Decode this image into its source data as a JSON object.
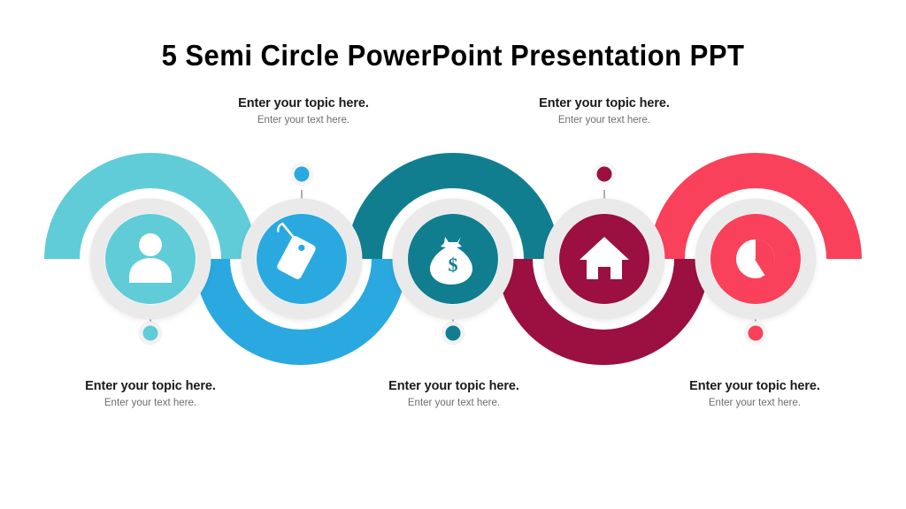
{
  "slide": {
    "title": "5 Semi Circle PowerPoint Presentation PPT",
    "background_color": "#ffffff"
  },
  "colors": {
    "step_1": "#5FCCD8",
    "step_2": "#29A9E0",
    "step_3": "#117E90",
    "step_4": "#9B1040",
    "step_5": "#F9415B",
    "ring": "#EAEAEA",
    "connector_line": "#9a9a9a",
    "icon": "#ffffff",
    "title_text": "#000000",
    "topic_text": "#1a1a1a",
    "body_text": "#6d6d6d"
  },
  "steps": [
    {
      "index": 1,
      "icon": "user-icon",
      "color": "#5FCCD8",
      "arc_direction": "up",
      "label_position": "bottom",
      "topic": "Enter your topic here.",
      "text": "Enter your text here."
    },
    {
      "index": 2,
      "icon": "price-tag-icon",
      "color": "#29A9E0",
      "arc_direction": "down",
      "label_position": "top",
      "topic": "Enter your topic here.",
      "text": "Enter your text here."
    },
    {
      "index": 3,
      "icon": "money-bag-icon",
      "color": "#117E90",
      "arc_direction": "up",
      "label_position": "bottom",
      "topic": "Enter your topic here.",
      "text": "Enter your text here."
    },
    {
      "index": 4,
      "icon": "home-icon",
      "color": "#9B1040",
      "arc_direction": "down",
      "label_position": "top",
      "topic": "Enter your topic here.",
      "text": "Enter your text here."
    },
    {
      "index": 5,
      "icon": "pie-chart-icon",
      "color": "#F9415B",
      "arc_direction": "up",
      "label_position": "bottom",
      "topic": "Enter your topic here.",
      "text": "Enter your text here."
    }
  ]
}
